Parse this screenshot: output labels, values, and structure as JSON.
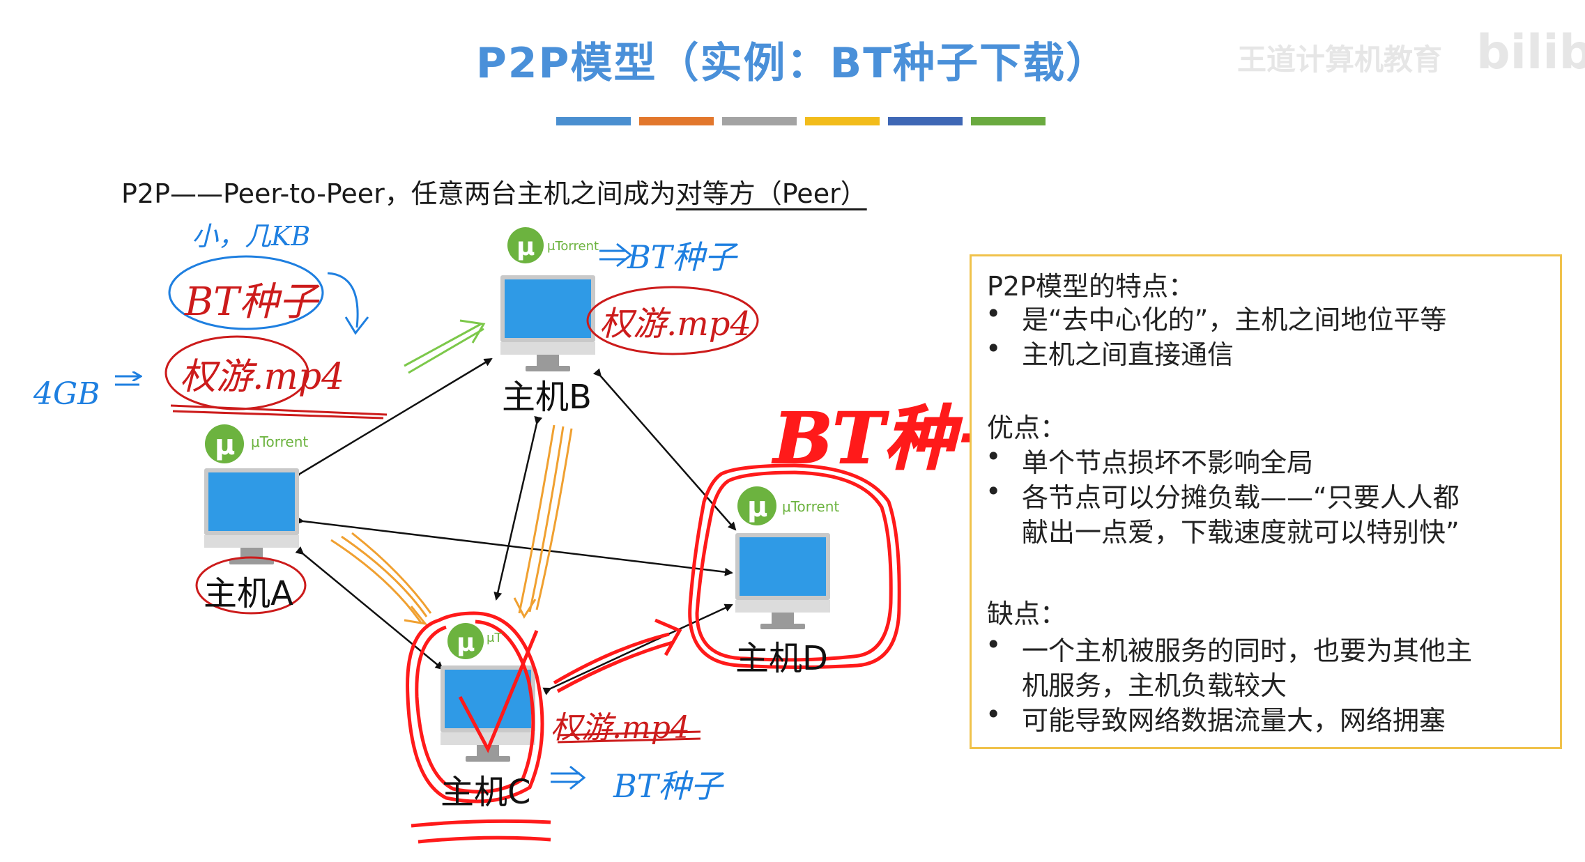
{
  "title": "P2P模型（实例：BT种子下载）",
  "title_bar_colors": [
    "#4a8fd0",
    "#e2772c",
    "#a3a3a3",
    "#f2bc1b",
    "#3e67b5",
    "#6aaa3f"
  ],
  "subtitle_main": "P2P——Peer-to-Peer，任意两台主机之间成为",
  "subtitle_underlined": "对等方（Peer）",
  "hosts": {
    "a": "主机A",
    "b": "主机B",
    "c": "主机C",
    "d": "主机D"
  },
  "utorrent_label": "μTorrent",
  "utorrent_partial": "μT",
  "features_panel": {
    "heading": "P2P模型的特点：",
    "features": [
      "是“去中心化的”，主机之间地位平等",
      "主机之间直接通信"
    ],
    "pros_heading": "优点：",
    "pros": [
      [
        "单个节点损坏不影响全局"
      ],
      [
        "各节点可以分摊负载——“只要人人都",
        "献出一点爱，下载速度就可以特别快”"
      ]
    ],
    "cons_heading": "缺点：",
    "cons": [
      [
        "一个主机被服务的同时，也要为其他主",
        "机服务，主机负载较大"
      ],
      [
        "可能导致网络数据流量大，网络拥塞"
      ]
    ]
  },
  "annotations": {
    "size_small": "小，几KB",
    "bt_seed": "BT种子",
    "file": "权游.mp4",
    "size_big": "4GB",
    "arrow_bt": "⇒ BT种子",
    "big_bt": "BT种子"
  },
  "watermark": {
    "text": "王道计算机教育",
    "logo": "bilibili"
  },
  "colors": {
    "title": "#4a90d9",
    "annotation_blue": "#1e7fe0",
    "annotation_red": "#cc1b1b",
    "bright_red": "#ff1a1a",
    "arrow_green": "#7cc84a",
    "arrow_orange": "#f0a030",
    "panel_border": "#f0c24b",
    "utorrent_green": "#6cb33f"
  },
  "icons": [
    "computer-monitor-icon",
    "utorrent-logo-icon"
  ]
}
